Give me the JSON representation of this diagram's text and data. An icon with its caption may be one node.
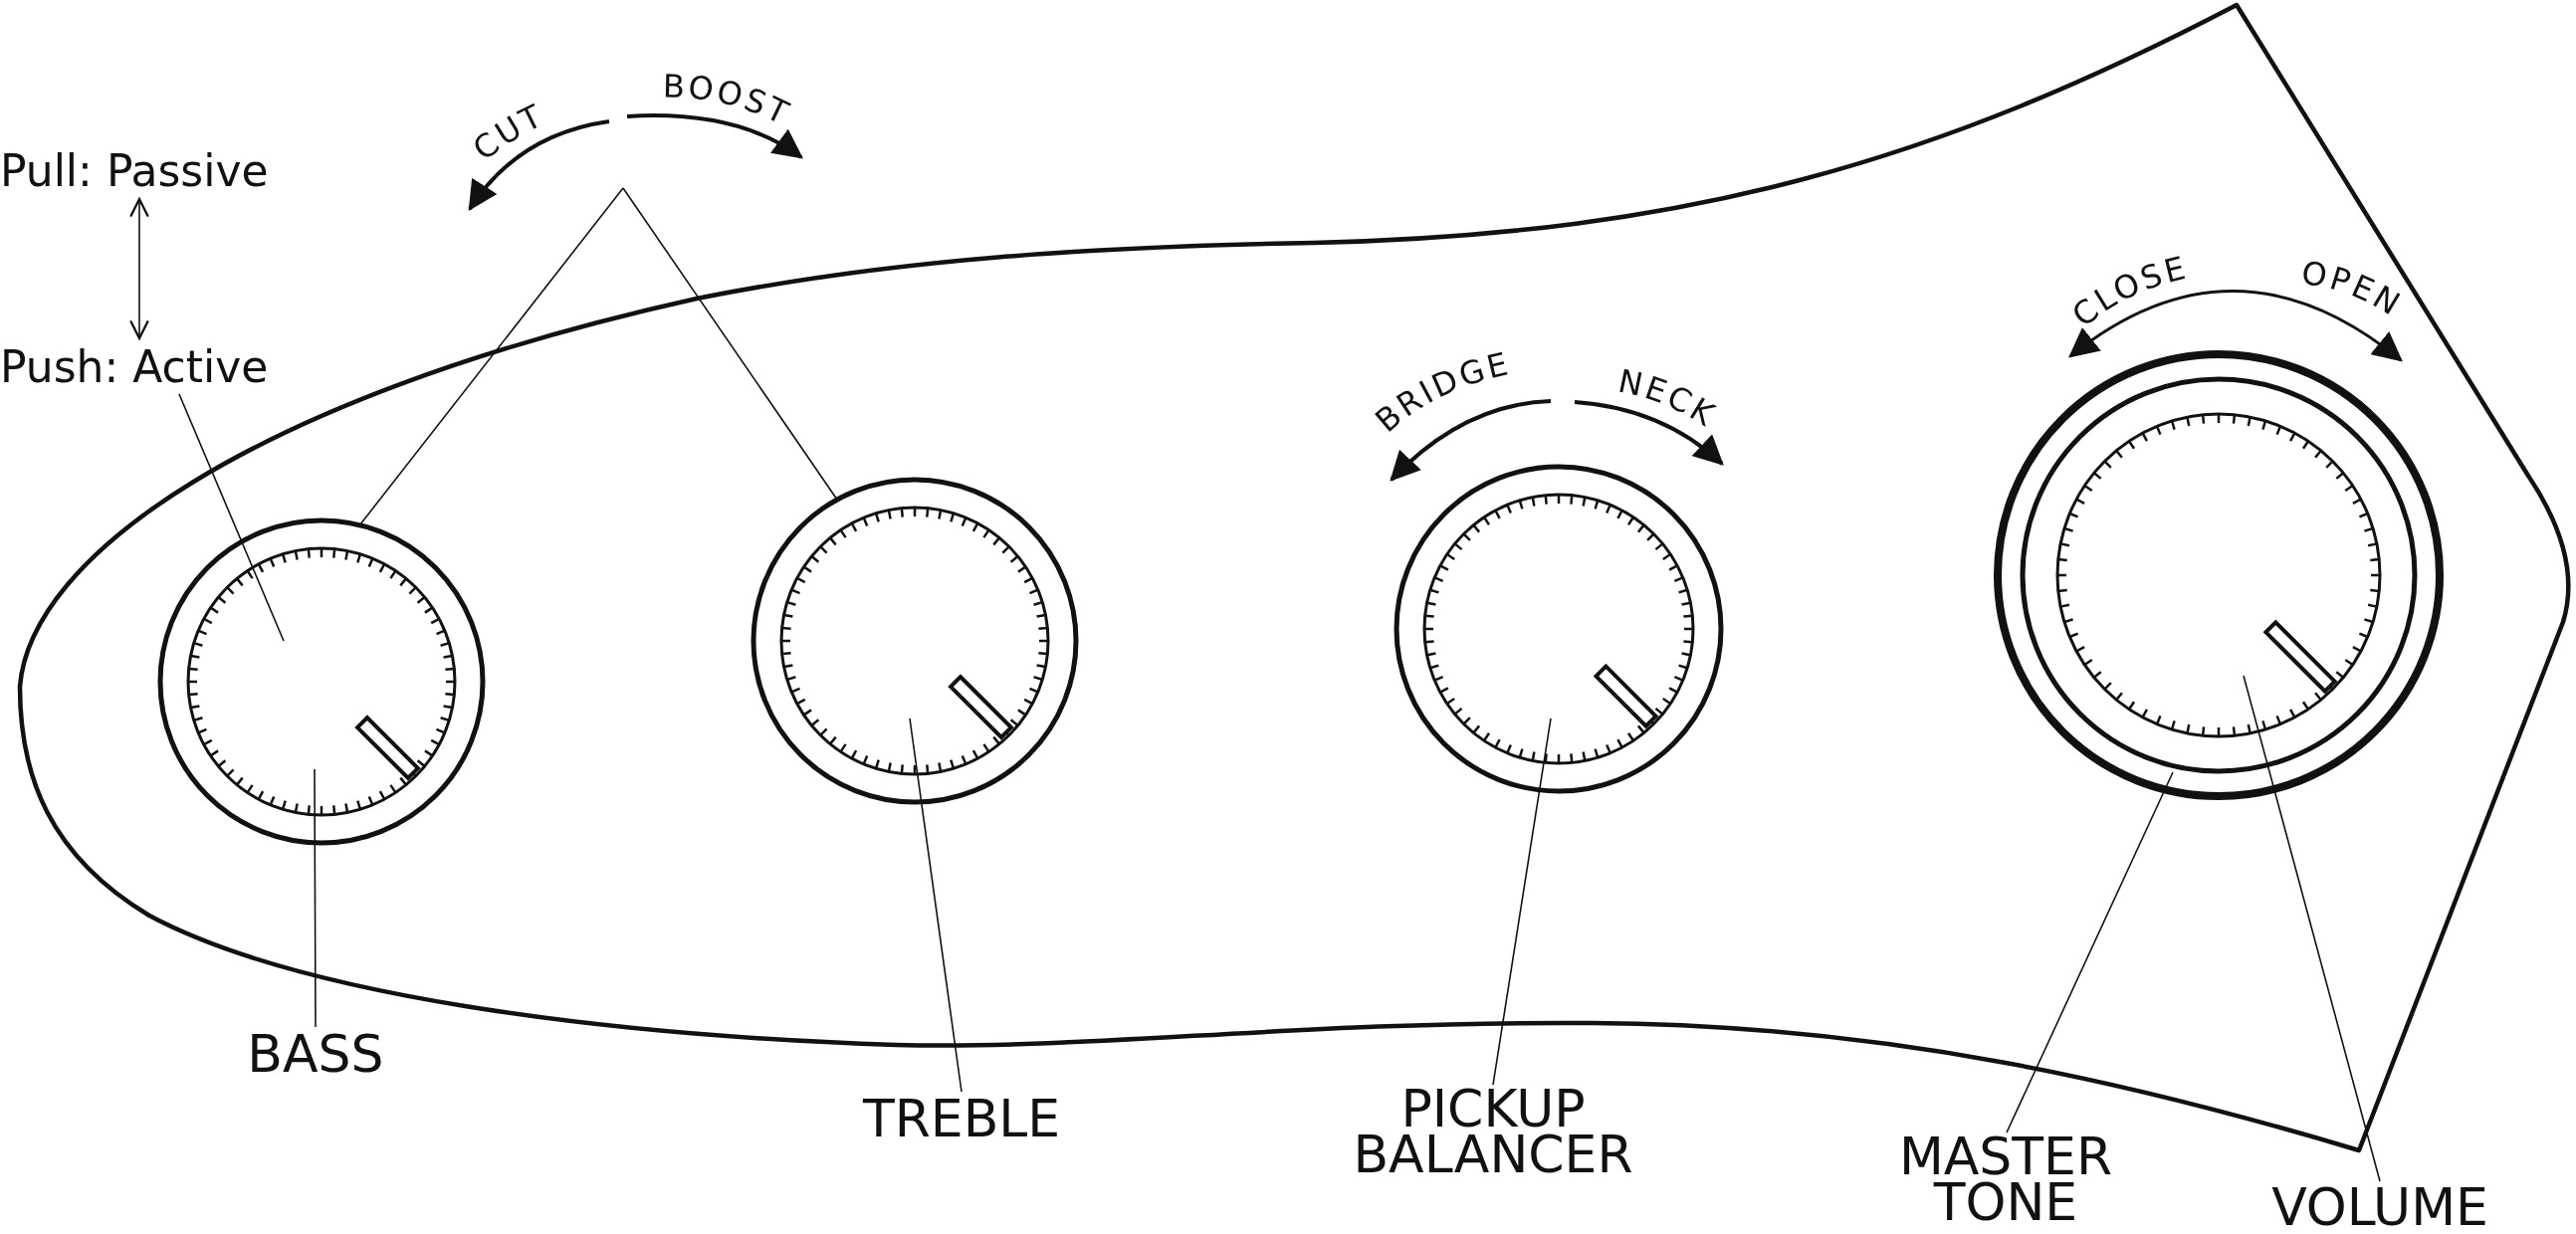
{
  "diagram": {
    "nodes": [
      {
        "text": [
          "Pull: Passive"
        ]
      },
      {
        "text": [
          "Push: Active"
        ]
      },
      {
        "text": [
          "CUT",
          "BOOST"
        ]
      },
      {
        "text": [],
        "shape": "circle"
      },
      {
        "text": [],
        "shape": "circle"
      },
      {
        "text": [],
        "shape": "circle",
        "beside": [
          "BRIDGE",
          "NECK"
        ]
      },
      {
        "text": [],
        "shape": "circle",
        "beside": [
          "CLOSE",
          "OPEN"
        ]
      },
      {
        "text": [],
        "shape": "circle",
        "in": 6
      },
      {
        "text": [
          "BASS"
        ]
      },
      {
        "text": [
          "TREBLE"
        ]
      },
      {
        "text": [
          "PICKUP BALANCER"
        ]
      },
      {
        "text": [
          "MASTER TONE"
        ]
      },
      {
        "text": [
          "VOLUME"
        ]
      }
    ],
    "edges": [
      {
        "from": 0,
        "to": 1,
        "arrow": "both"
      },
      {
        "from": 1,
        "to": 3,
        "arrow": "none"
      },
      {
        "from": 2,
        "to": 3,
        "arrow": "none"
      },
      {
        "from": 2,
        "to": 4,
        "arrow": "none"
      },
      {
        "from": 8,
        "to": 3,
        "arrow": "none"
      },
      {
        "from": 9,
        "to": 4,
        "arrow": "none"
      },
      {
        "from": 10,
        "to": 5,
        "arrow": "none"
      },
      {
        "from": 11,
        "to": 6,
        "arrow": "none"
      },
      {
        "from": 12,
        "to": 7,
        "arrow": "none"
      }
    ]
  }
}
